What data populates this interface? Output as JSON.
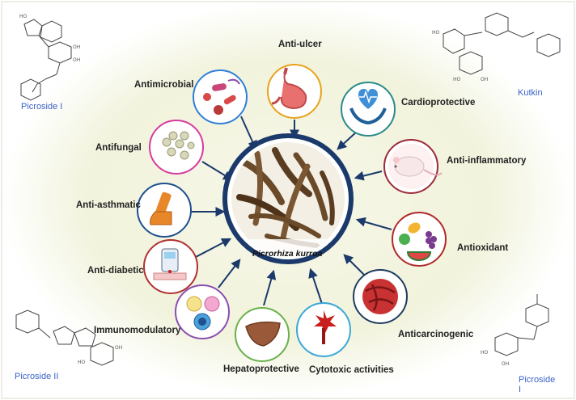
{
  "center": {
    "label": "Picrorhiza kurroa",
    "photo_icon": "dried-rhizome-roots"
  },
  "activities": [
    {
      "label": "Anti-ulcer",
      "icon": "stomach-icon",
      "color": "#e8a21c"
    },
    {
      "label": "Cardioprotective",
      "icon": "heart-in-hands-icon",
      "color": "#2b8a8a"
    },
    {
      "label": "Anti-inflammatory",
      "icon": "mouse-icon",
      "color": "#9c2a3a"
    },
    {
      "label": "Antioxidant",
      "icon": "fruits-icon",
      "color": "#b02a2a"
    },
    {
      "label": "Anticarcinogenic",
      "icon": "cancer-cell-icon",
      "color": "#1f3b5e"
    },
    {
      "label": "Cytotoxic activities",
      "icon": "cytotoxic-icon",
      "color": "#3aa7d8"
    },
    {
      "label": "Hepatoprotective",
      "icon": "liver-icon",
      "color": "#6ab04c"
    },
    {
      "label": "Immunomodulatory",
      "icon": "immune-cells-icon",
      "color": "#8a4db0"
    },
    {
      "label": "Anti-diabetic",
      "icon": "glucometer-icon",
      "color": "#b03030"
    },
    {
      "label": "Anti-asthmatic",
      "icon": "inhaler-icon",
      "color": "#1f4f8f"
    },
    {
      "label": "Antifungal",
      "icon": "fungus-icon",
      "color": "#d63aa0"
    },
    {
      "label": "Antimicrobial",
      "icon": "microbes-icon",
      "color": "#2f7fd8"
    }
  ],
  "molecules": [
    {
      "label": "Picroside I"
    },
    {
      "label": "Kutkin"
    },
    {
      "label": "Picroside II"
    },
    {
      "label": "Picroside\nI"
    }
  ],
  "colors": {
    "hub_ring": "#1b3a6b",
    "arrow": "#1b3a6b",
    "molecule_label": "#3a62c8",
    "background_glow": "#f4f6e4"
  }
}
